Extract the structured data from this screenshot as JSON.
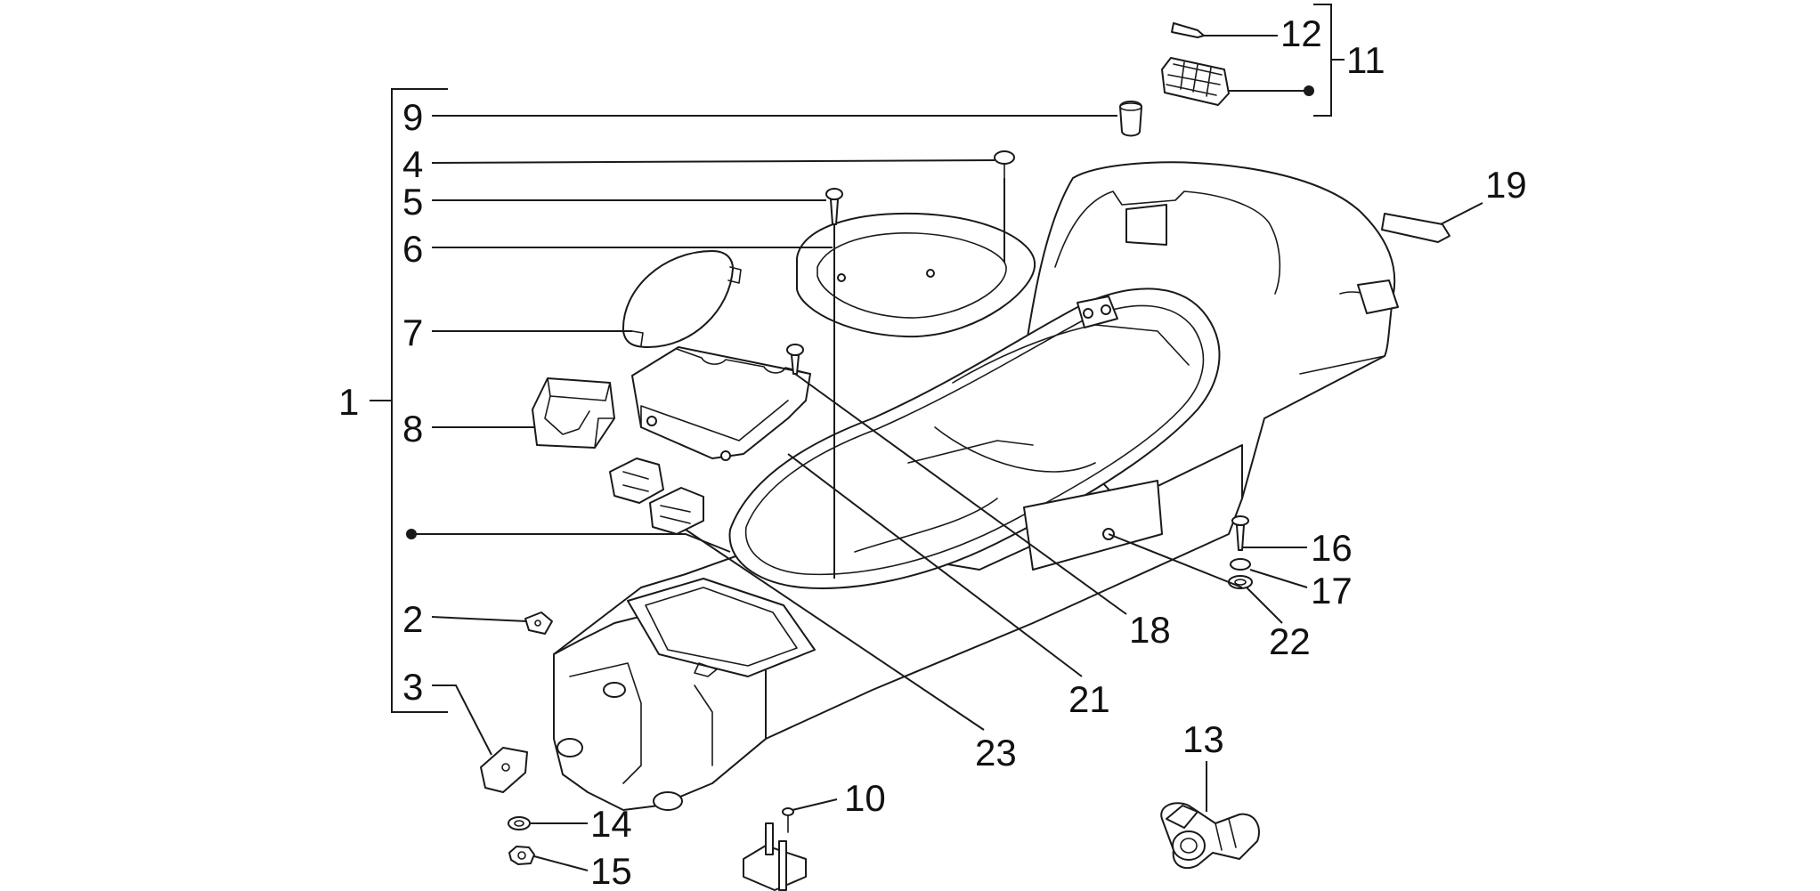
{
  "diagram": {
    "callouts": {
      "c1": "1",
      "c2": "2",
      "c3": "3",
      "c4": "4",
      "c5": "5",
      "c6": "6",
      "c7": "7",
      "c8": "8",
      "c9": "9",
      "c10": "10",
      "c11": "11",
      "c12": "12",
      "c13": "13",
      "c14": "14",
      "c15": "15",
      "c16": "16",
      "c17": "17",
      "c18": "18",
      "c19": "19",
      "c21": "21",
      "c22": "22",
      "c23": "23"
    },
    "colors": {
      "line": "#1a1a1a",
      "background": "#ffffff"
    }
  }
}
